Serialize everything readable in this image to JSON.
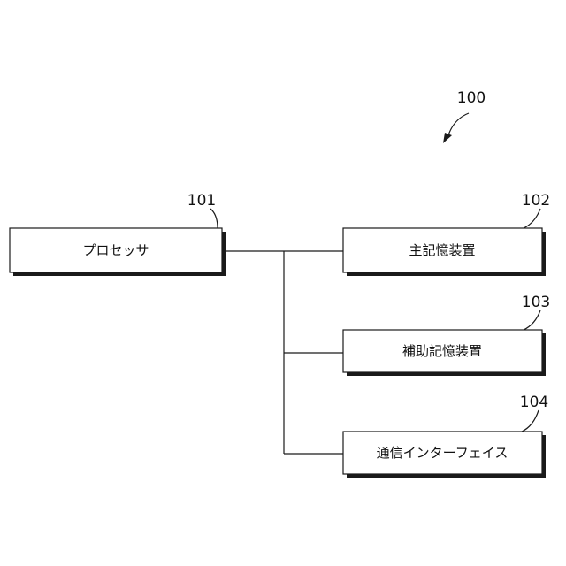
{
  "figure": {
    "ref": "100",
    "processor": {
      "ref": "101",
      "label": "プロセッサ"
    },
    "main_memory": {
      "ref": "102",
      "label": "主記憶装置"
    },
    "aux_memory": {
      "ref": "103",
      "label": "補助記憶装置"
    },
    "comm_interface": {
      "ref": "104",
      "label": "通信インターフェイス"
    }
  }
}
